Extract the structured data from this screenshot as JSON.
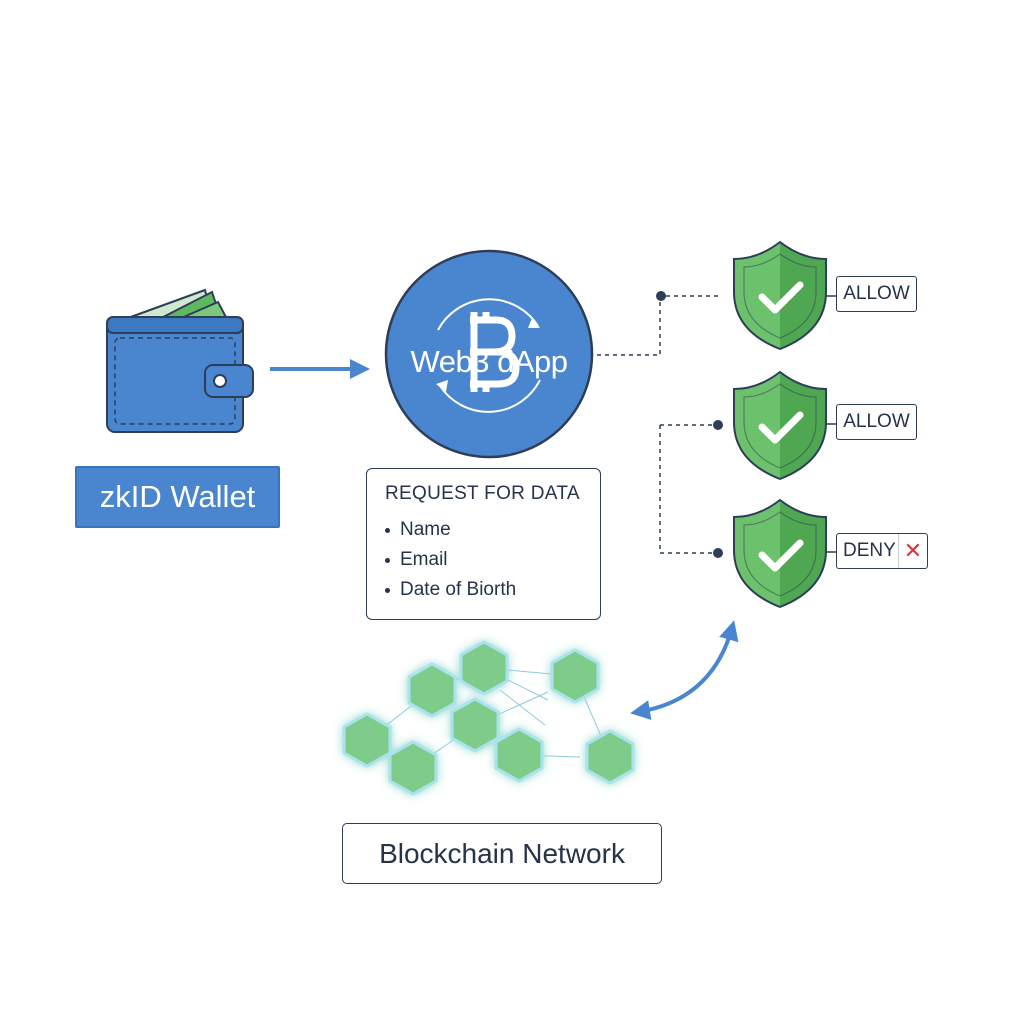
{
  "wallet": {
    "label": "zkID Wallet",
    "icon": "wallet-icon"
  },
  "dapp": {
    "title": "Web3 dApp",
    "icon": "crypto-sync-icon"
  },
  "request": {
    "title": "REQUEST FOR DATA",
    "items": [
      "Name",
      "Email",
      "Date of Biorth"
    ]
  },
  "decisions": [
    {
      "label": "ALLOW"
    },
    {
      "label": "ALLOW"
    },
    {
      "label": "DENY",
      "mark": "✕"
    }
  ],
  "network": {
    "label": "Blockchain Network",
    "icon": "hexagon-node-icon"
  },
  "colors": {
    "blue": "#4a86cf",
    "green": "#5fb85f",
    "dark": "#2d3e56",
    "deny": "#d9363e"
  }
}
